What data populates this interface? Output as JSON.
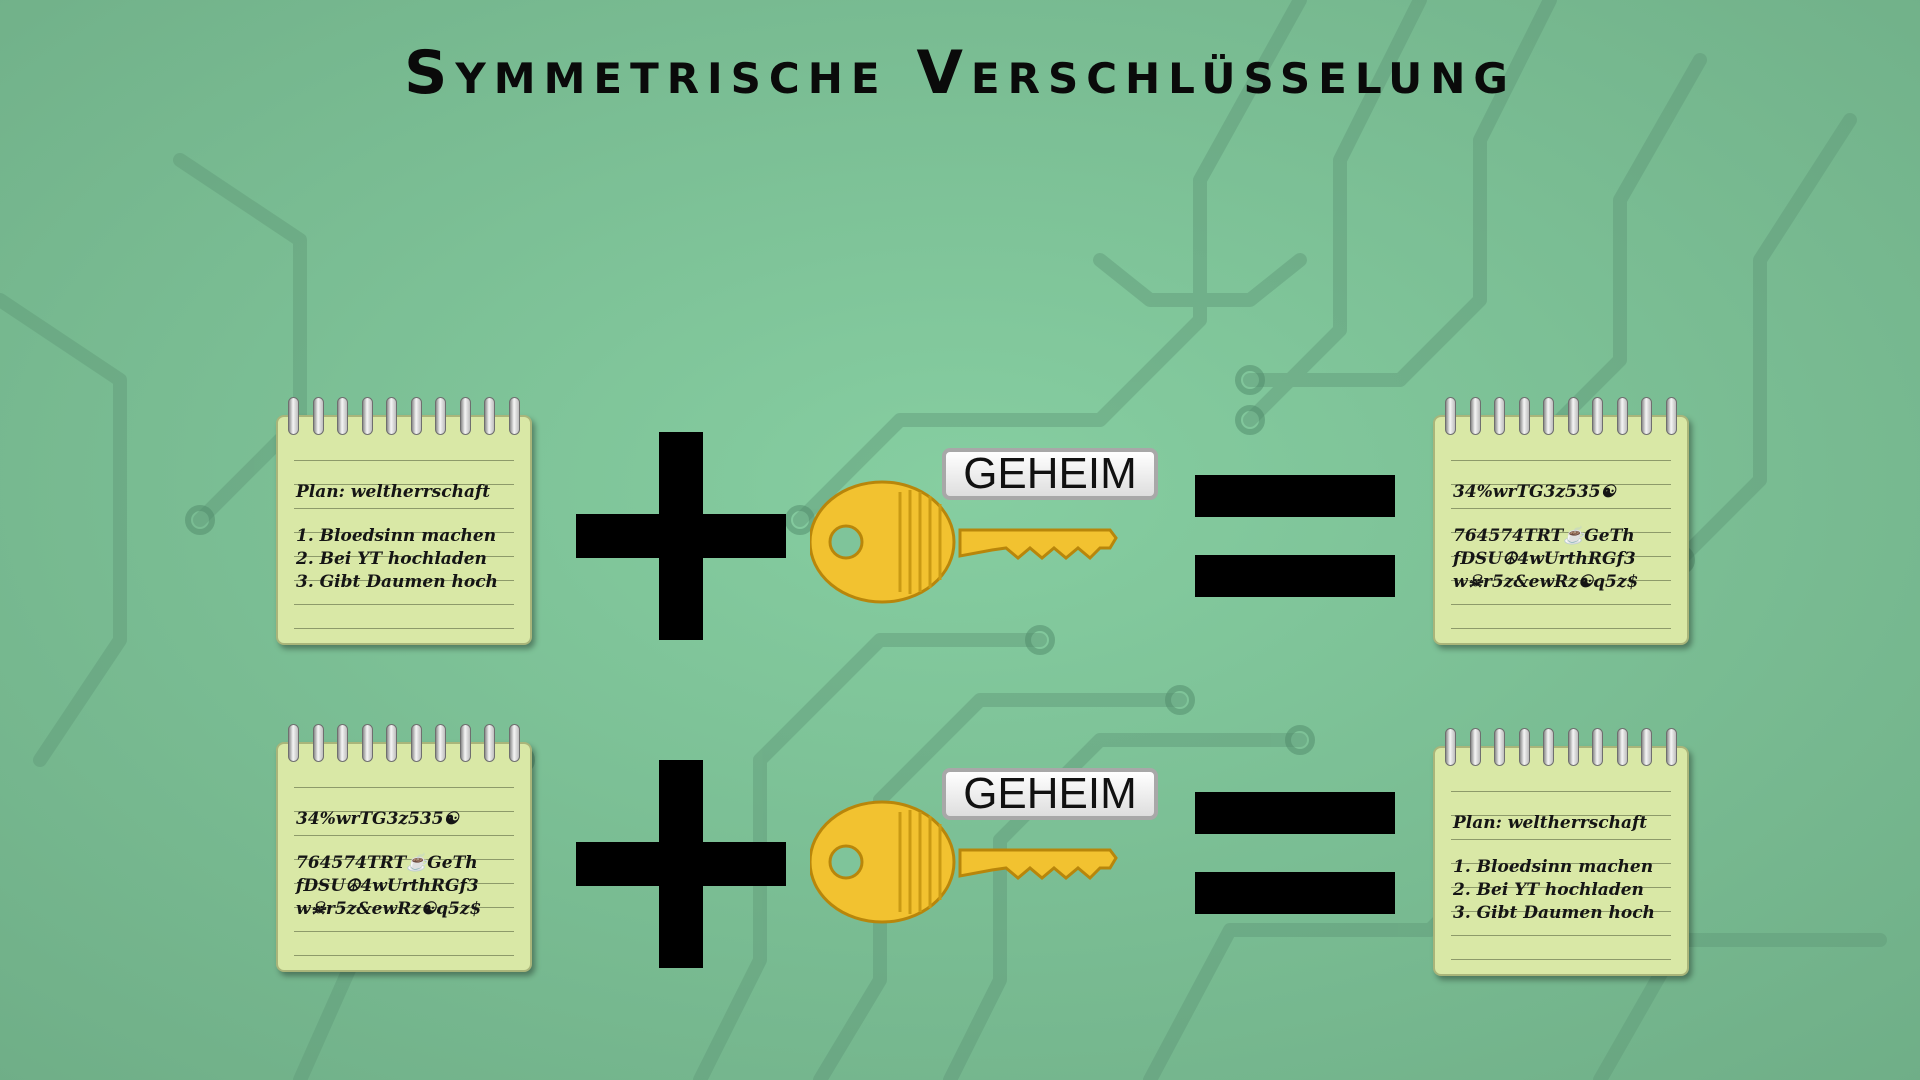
{
  "title": "Symmetrische Verschlüsselung",
  "key_label": "GEHEIM",
  "plain_note": {
    "heading": "Plan: weltherrschaft",
    "lines": [
      "1. Bloedsinn machen",
      "2. Bei YT hochladen",
      "3. Gibt Daumen hoch"
    ]
  },
  "cipher_note": {
    "heading": "34%wrTG3z535☯",
    "lines": [
      "764574TRT☕GeTh",
      "fDSU☮4wUrthRGf3",
      "w☠r5z&ewRz☯q5z$"
    ]
  },
  "colors": {
    "background": "#7fc49a",
    "note_paper": "#d9e8a6",
    "key_gold": "#f2c230",
    "symbol": "#000000"
  },
  "icons": [
    "spiral-notepad-icon",
    "key-icon",
    "plus-icon",
    "equals-icon"
  ]
}
